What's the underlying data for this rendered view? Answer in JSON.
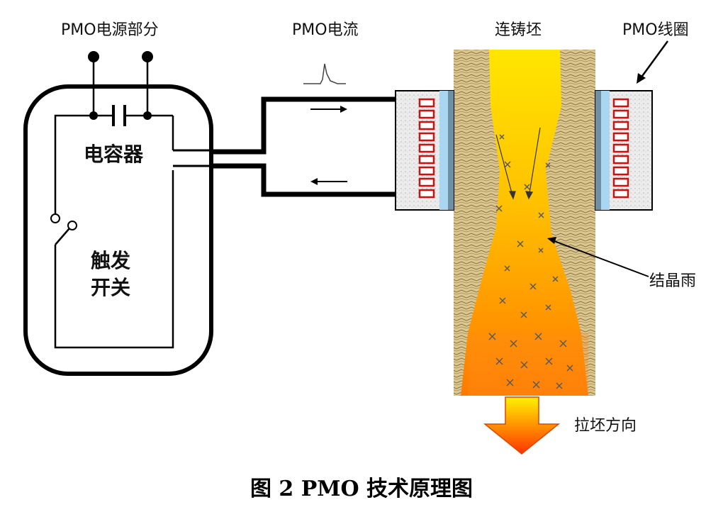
{
  "labels": {
    "power_section": "PMO电源部分",
    "pmo_current": "PMO电流",
    "casting_billet": "连铸坯",
    "pmo_coil": "PMO线圈",
    "capacitor": "电容器",
    "trigger_switch_line1": "触发",
    "trigger_switch_line2": "开关",
    "crystal_rain": "结晶雨",
    "withdrawal_direction": "拉坯方向"
  },
  "caption": "图 2 PMO 技术原理图",
  "colors": {
    "wire": "#000000",
    "coil_red": "#cc1111",
    "coil_insulation": "#a9d6f0",
    "billet_core_top": "#ffe600",
    "billet_core_bottom": "#ff7a00",
    "shell": "#d9c38a",
    "arrow_top": "#fff200",
    "arrow_bottom": "#ff3300"
  },
  "icons": [
    "capacitor-symbol",
    "switch-symbol",
    "current-pulse-icon",
    "down-arrow-icon",
    "crystal-star-icon"
  ]
}
